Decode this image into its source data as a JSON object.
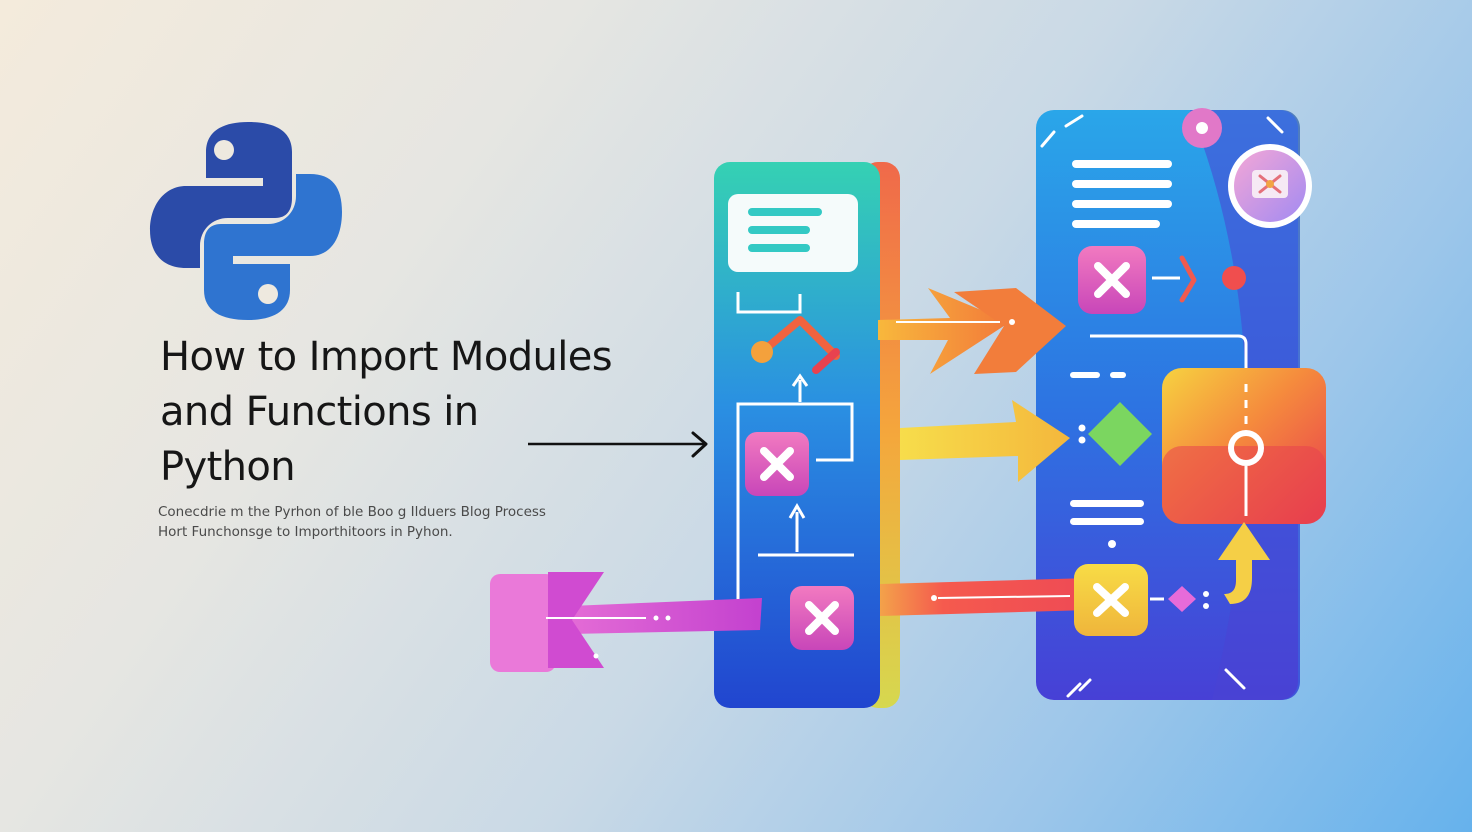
{
  "title_lines": [
    "How to Import Modules",
    "and Functions in",
    "Python"
  ],
  "subtitle_lines": [
    "Conecdrie m the Pyrhon of ble Boo g Ilduers Blog Process",
    "Hort Funchonsge to Importhitoors in Pyhon."
  ],
  "icons": {
    "logo": "python-logo",
    "close": "close-x-icon",
    "image": "image-icon"
  },
  "colors": {
    "python_blue_dark": "#2b4ba8",
    "python_blue_light": "#2f74d0",
    "panel_teal": "#33cdb6",
    "panel_blue": "#1f6ee0",
    "panel_indigo": "#4a43d4",
    "arrow_orange": "#f6a63b",
    "arrow_yellow": "#f5cf46",
    "arrow_red": "#f2554f",
    "arrow_magenta": "#cf4fd4",
    "node_pink": "#e05ab6",
    "node_yellow": "#f2cf46",
    "node_green": "#7bd660",
    "square_red": "#e8424f"
  }
}
